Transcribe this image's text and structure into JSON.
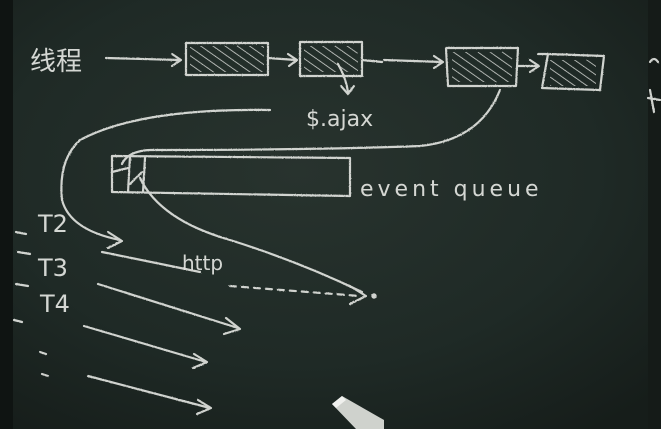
{
  "blackboard": {
    "labels": {
      "thread": "线程",
      "ajax": "$.ajax",
      "event_queue": "event queue",
      "http": "http",
      "t2": "T2",
      "t3": "T3",
      "t4": "T4"
    },
    "colors": {
      "board": "#1f2a26",
      "chalk": "#e4e6e2",
      "frame": "#0f1412"
    }
  }
}
